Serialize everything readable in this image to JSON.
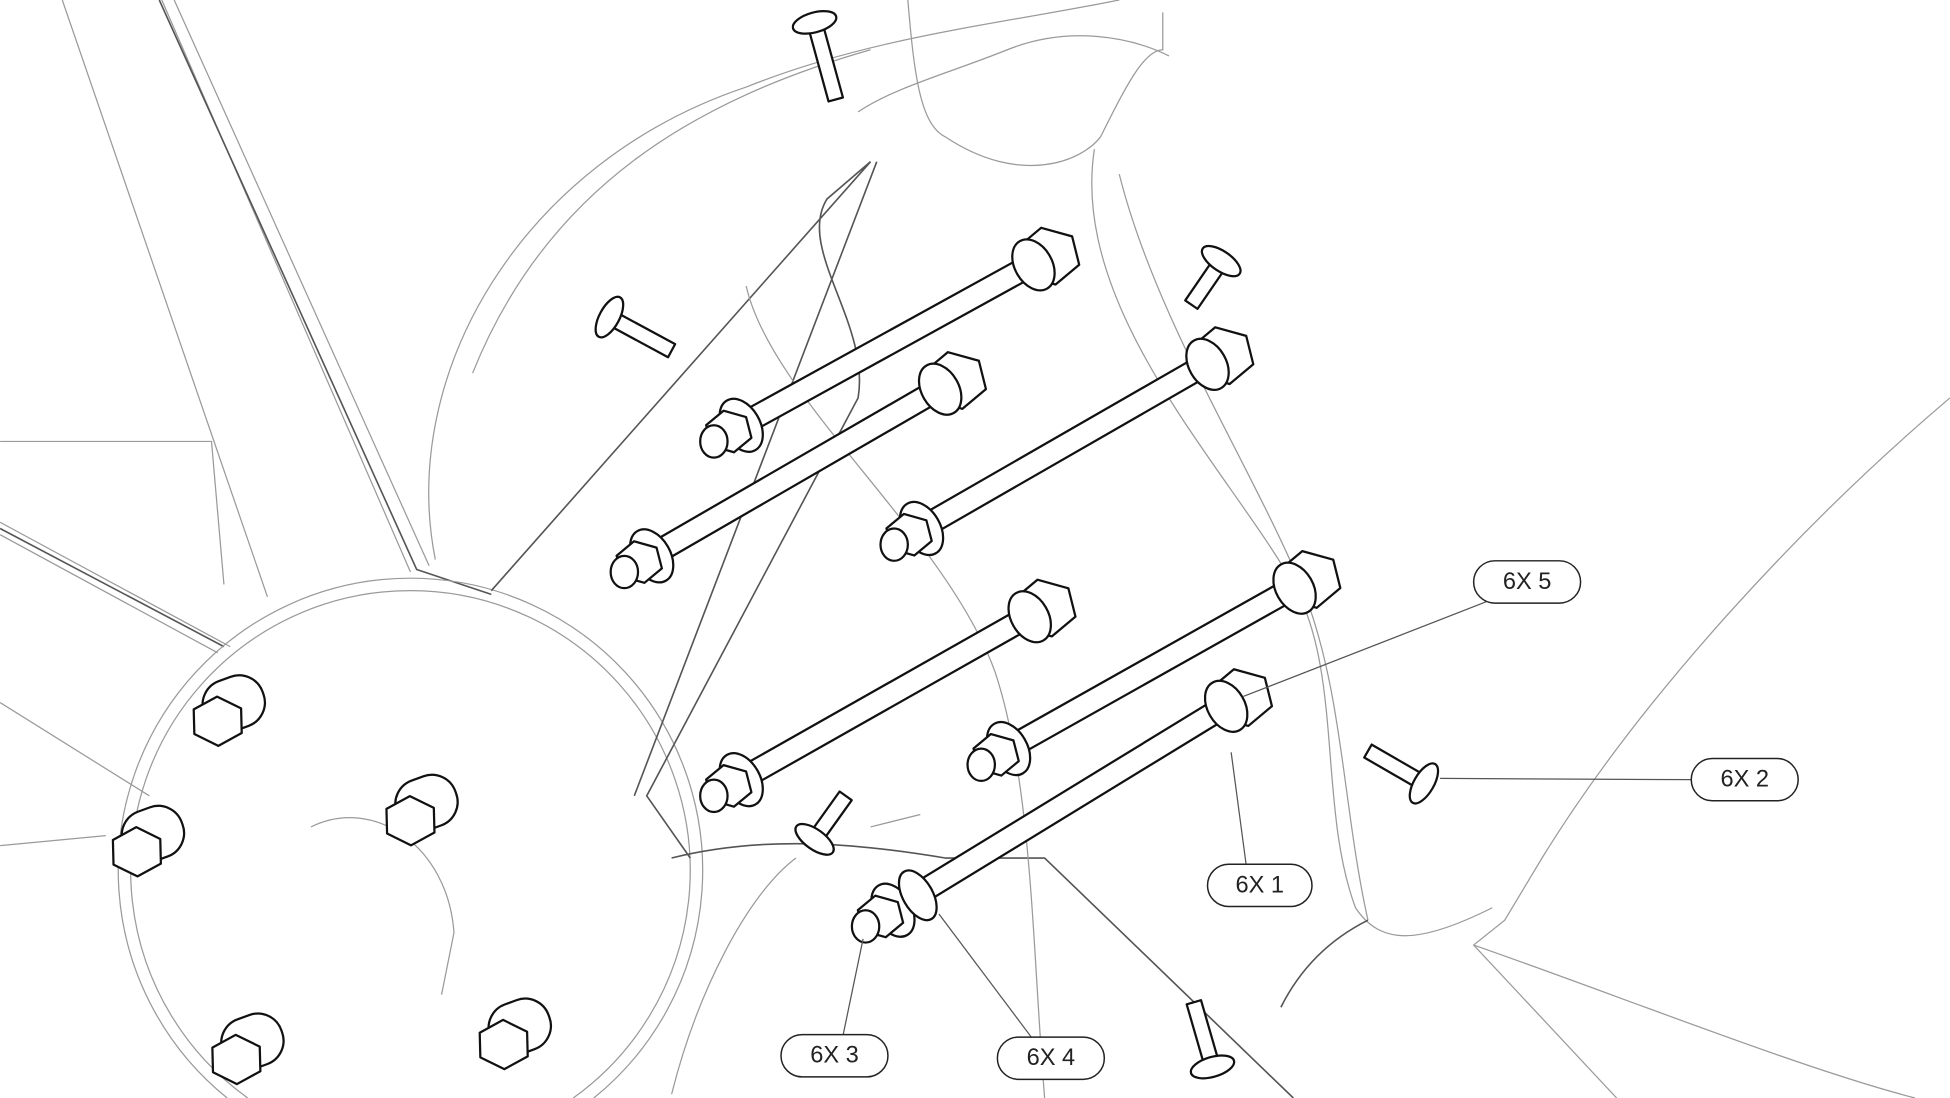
{
  "callouts": [
    {
      "id": "5",
      "label": "6X 5"
    },
    {
      "id": "2",
      "label": "6X 2"
    },
    {
      "id": "1",
      "label": "6X 1"
    },
    {
      "id": "3",
      "label": "6X 3"
    },
    {
      "id": "4",
      "label": "6X 4"
    }
  ]
}
